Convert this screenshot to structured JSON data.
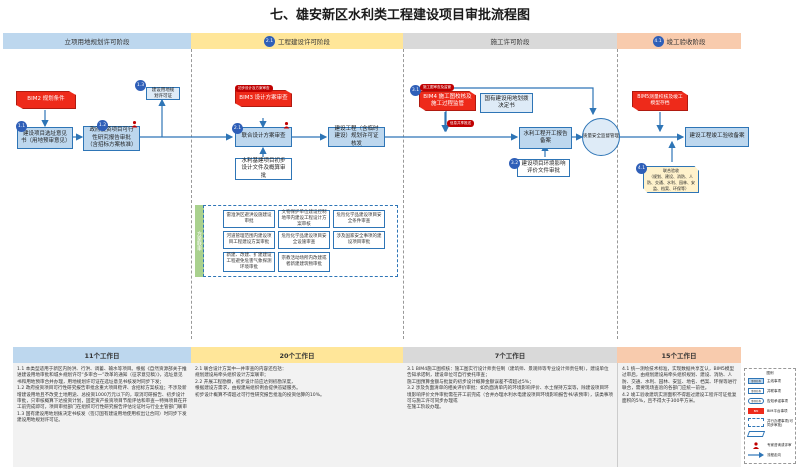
{
  "title": "七、雄安新区水利类工程建设项目审批流程图",
  "phases": [
    {
      "label": "立项用地规划许可阶段",
      "num": ""
    },
    {
      "label": "工程建设许可阶段",
      "num": "2.1"
    },
    {
      "label": "施工许可阶段",
      "num": ""
    },
    {
      "label": "竣工验收阶段",
      "num": "4.1"
    }
  ],
  "stage1": {
    "bim": "BIM2 规划条件",
    "n11": "1.1",
    "box11": "建设项目选址意见书（用地预审意见）",
    "n12": "1.2",
    "box12": "政府投资项目可行性研究报告审批（含招标方案核准）",
    "n13": "1.3",
    "box13": "建设用地规划许可证"
  },
  "stage2": {
    "bim_tag": "初步设计及方案审查",
    "bim": "BIM3 设计方案审查",
    "n21": "2.1",
    "box21": "联合设计方案审查",
    "box22": "建设工程（含临时建设）规划许可证核发",
    "box23": "水利基建项目初步设计文件及概算审批",
    "approval_label": "方案联审",
    "approvals": [
      "雷淮洪区避洪设施建设审批",
      "文物保护单位建设控制地带内建设工程设计方案审核",
      "危险化学品建设项目安全条件审查",
      "河道管理范围内建设项目工程建设方案审批",
      "危险化学品建设项目安全设施审查",
      "涉及国家安全事项的建设项目审批",
      "新建、改建、扩建建设工程避免危害气象探测环境审批",
      "宗教活动场所内改建或者新建建筑物审批"
    ]
  },
  "stage3": {
    "n31": "3.1",
    "bim_tag": "施工图审查及监管",
    "bim": "BIM4 施工图校核及施工过程监管",
    "bim_tag2": "信息共享推送",
    "box31": "国有建设用地划拨决定书",
    "box32": "水利工程开工报告备案",
    "n32": "3.2",
    "box33": "建设项目环境影响评价文件审批",
    "circle": "质量安全监督管理"
  },
  "stage4": {
    "bim": "BIM5测量校核及竣工模型存档",
    "box41": "建设工程竣工验收备案",
    "n41": "4.1",
    "note_title": "联合验收",
    "note_body": "（规划、建设、消防、人防、交通、水利、园林、安监、档案、环保等）"
  },
  "bottom": [
    {
      "head": "11个工作日",
      "body": "1.1 本类型适用于新区内防洪、行洪、调蓄、输水等项目。根据《自然资源部关于推进建设用地审批和城乡规划许可“多审合一”改革的通知（征求意见稿）》，选址意见书和用地预审合并办理，用地规划许可证在选址意见书核发时同步下发；\n1.2 政府投资项目可行性研究报告审批含重大项目稳评、含招标方案核准；不涉及新增建设用地且不改变土地用途、总投资1000万元以下的，取消可研报告、初步设计审批，只审核概算下达投资计划，固定资产投资项目节能评估和审查一特殊项目在开工前完成即可，项目审批部门在组织可行性研究报告评估论证时与行业主管部门联审\n1.3 国有建设用地划拨决定书核发（签订国有建设用地使用权出让合同）时同步下发建设用地规划许可证。"
    },
    {
      "head": "20个工作日",
      "body": "2.1 联合设计方案中一并审查的内容还包括：\n规划建设局牵头组织设计方案联审；\n2.2 开展工程勘察，初步设计前应达到初勘深度，\n根据建设方需求，由规建局组织例会提供答疑服务。\n初步设计概算不得超过可行性研究报告批准的投资估算的10%。"
    },
    {
      "head": "7个工作日",
      "body": "3.1 BIM4施工图校核：施工图实行设计师责任制（建筑师、景观师等专业设计师责任制），建设单位告知承诺制，建设单位可自行委托审查；\n施工图预算金额与批复的初步设计概算金额误差不得超过5%；\n3.2 涉及负面清单的相关评价审批：如负面清单内的环境影响评价、水土保持方案等，除建设项目环境影响评价文件审批需在开工前完成（合并办理水利水电建设项目环境影响报告书/表预审），该类事项可与施工许可同步办理或\n在施工阶段办理。"
    },
    {
      "head": "15个工作日",
      "body": "4.1 统一测绘技术标准，实现数据共享互认，BIM5模型过审后，由规划建设局牵头组织规划、建设、消防、人防、交通、水利、园林、安监、地名、档案、环保等进行联合，需要现场查验的各部门应统一前往。\n4.2 竣工验收建筑实测面积不得超过建设工程许可证批复面积的5%，且不得大于300平方米。"
    }
  ],
  "legend": {
    "title": "图例",
    "items": [
      {
        "swatch": "事项名称",
        "label": "主线事项"
      },
      {
        "swatch": "事项名称",
        "label": "并联事项"
      },
      {
        "swatch": "事项名称",
        "label": "告知承诺事项"
      },
      {
        "swatch": "BIM",
        "label": "BIM平台事项"
      },
      {
        "swatch": "",
        "label": "并行办理事项(可同步审批)"
      },
      {
        "swatch": "",
        "label": ""
      },
      {
        "swatch": "",
        "label": "专家咨询或评审"
      },
      {
        "swatch": "",
        "label": "流程走向"
      }
    ]
  },
  "colors": {
    "main_blue": "#2e75b6",
    "bim_red": "#ee2a1a",
    "phase1": "#bdd7ee",
    "phase2": "#ffe699",
    "phase3": "#d9d9d9",
    "phase4": "#f8cbad"
  }
}
